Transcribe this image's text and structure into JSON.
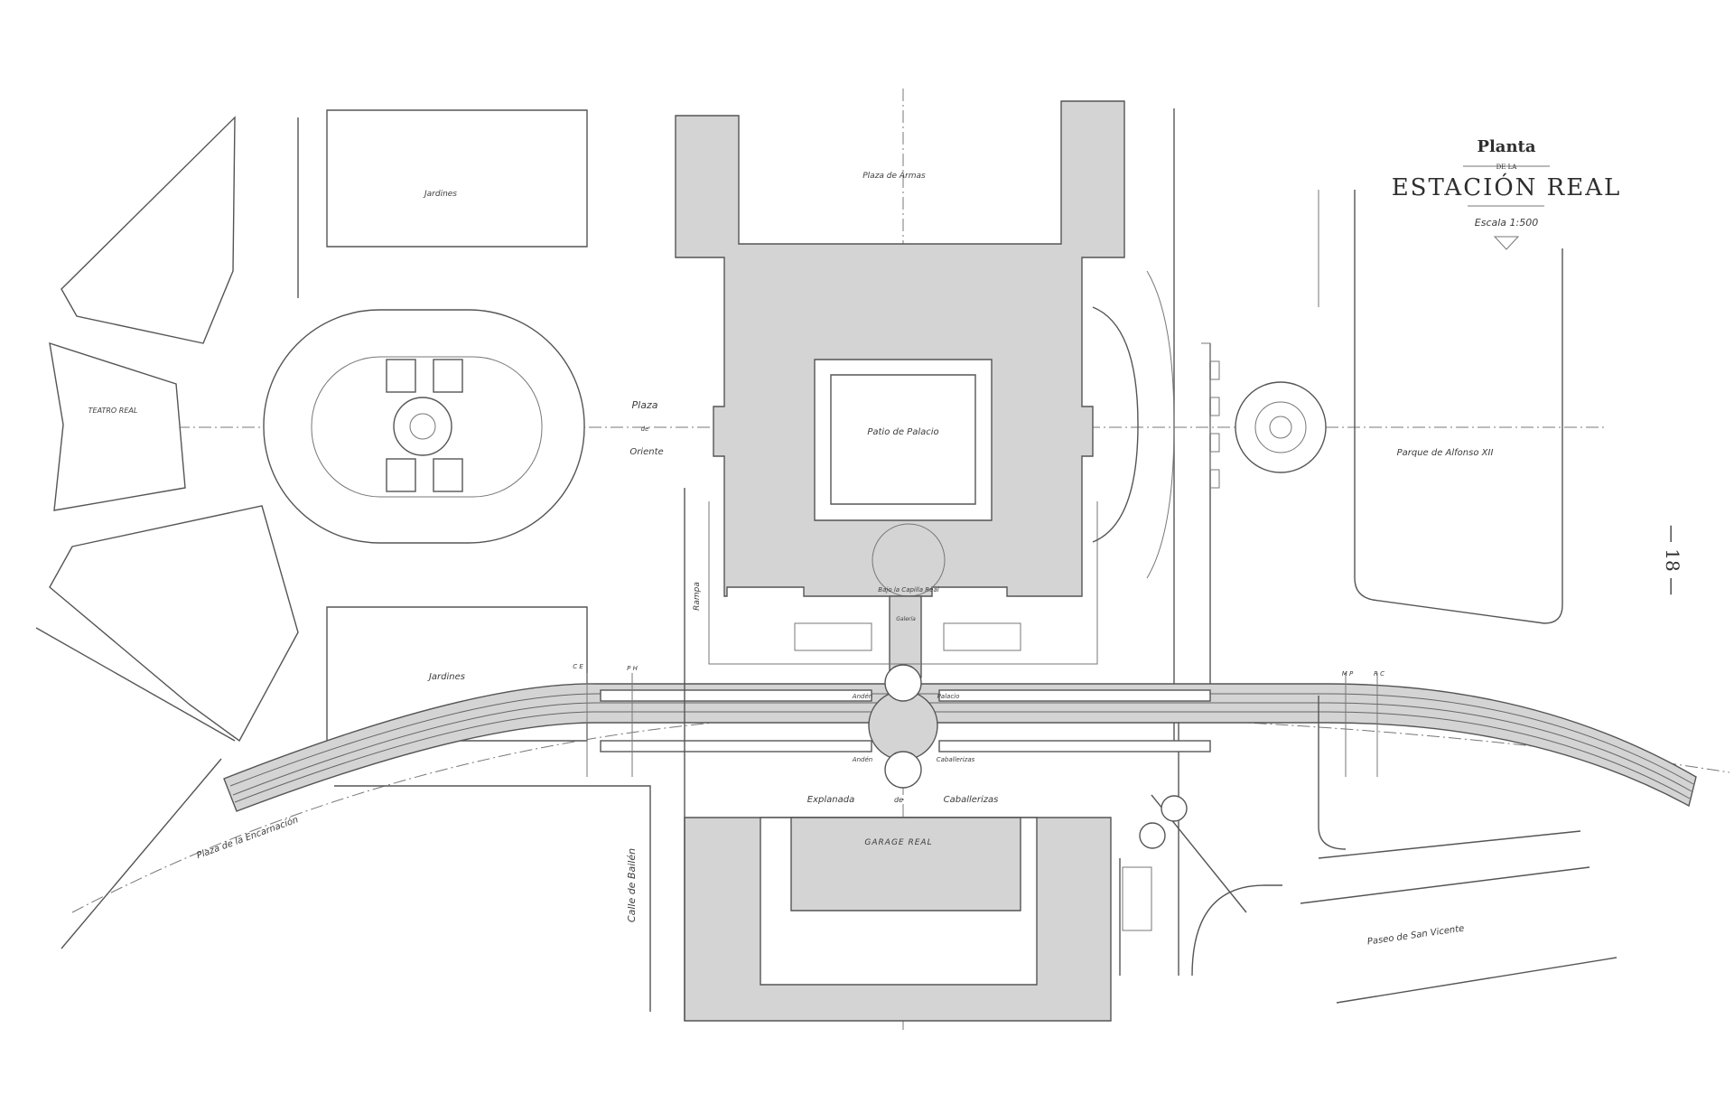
{
  "title": {
    "line1": "Planta",
    "line2": "DE LA",
    "line3": "ESTACIÓN REAL",
    "scale": "Escala 1:500"
  },
  "page_number": "— 18 —",
  "labels": {
    "jardines_top": "Jardines",
    "jardines_bottom": "Jardines",
    "teatro_real": "TEATRO REAL",
    "plaza_de_armas": "Plaza  de  Armas",
    "plaza": "Plaza",
    "de": "de",
    "oriente": "Oriente",
    "patio": "Patio  de  Palacio",
    "parque": "Parque de Alfonso XII",
    "rampa": "Rampa",
    "bajo_capilla": "Bajo la Capilla Real",
    "galeria": "Galería",
    "anden_palacio_1": "Andén",
    "anden_palacio_2": "Palacio",
    "anden_cab_1": "Andén",
    "anden_cab_2": "Caballerizas",
    "ce": "C E",
    "ph": "P H",
    "mp": "M P",
    "rc": "R C",
    "explanada_1": "Explanada",
    "explanada_2": "de",
    "explanada_3": "Caballerizas",
    "garage": "GARAGE  REAL",
    "calle_bailen": "Calle de Bailén",
    "plaza_encarnacion": "Plaza de la Encarnación",
    "paseo_san_vicente": "Paseo de San Vicente"
  },
  "colors": {
    "building_fill": "#d4d4d4",
    "line": "#555555",
    "text": "#3c3c3c"
  }
}
